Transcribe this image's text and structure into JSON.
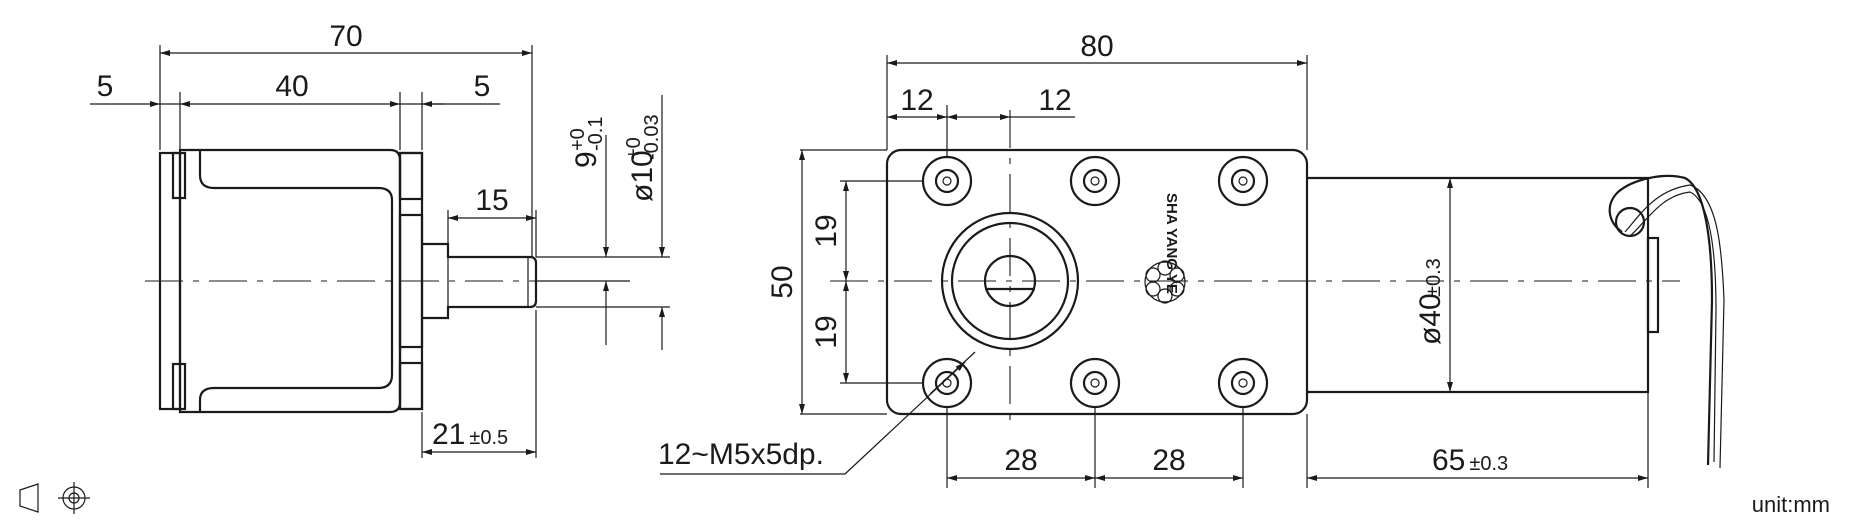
{
  "side_view": {
    "overall_width": "70",
    "left_margin": "5",
    "body_width": "40",
    "right_margin": "5",
    "shaft_length": "15",
    "shaft_flat_main": "9",
    "shaft_flat_tol_upper": "+0",
    "shaft_flat_tol_lower": "-0.1",
    "shaft_dia_main": "ø10",
    "shaft_dia_tol_upper": "+0",
    "shaft_dia_tol_lower": "-0.03",
    "shaft_offset_main": "21",
    "shaft_offset_tol": "±0.5"
  },
  "front_view": {
    "overall_width": "80",
    "hole_edge_left": "12",
    "hole_edge_right": "12",
    "height": "50",
    "hole_pitch_upper": "19",
    "hole_pitch_lower": "19",
    "hole_spacing_1": "28",
    "hole_spacing_2": "28",
    "holes_note": "12~M5x5dp.",
    "brand": "SHA YANG YE",
    "motor_dia_main": "ø40",
    "motor_dia_tol": "±0.3",
    "motor_length_main": "65",
    "motor_length_tol": "±0.3"
  },
  "unit_label": "unit:mm",
  "projection_symbol": "projection-symbol-icon"
}
